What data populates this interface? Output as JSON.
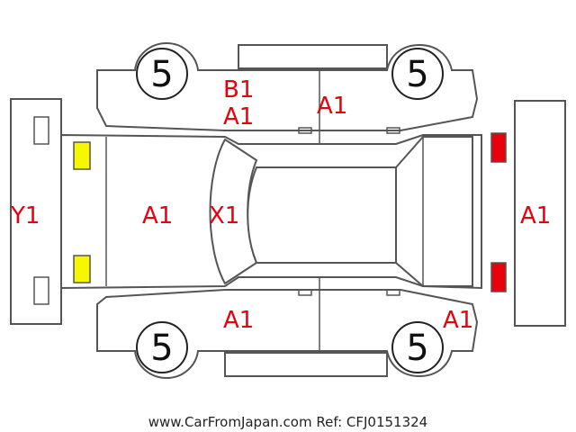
{
  "colors": {
    "damage_text": "#e8000d",
    "outline": "#555555",
    "headlight": "#f7f700",
    "taillight": "#e8000d"
  },
  "tires": {
    "top_left": "5",
    "top_right": "5",
    "bottom_left": "5",
    "bottom_right": "5"
  },
  "labels": {
    "front_bumper": "Y1",
    "hood": "A1",
    "windshield": "X1",
    "roof_b": "B1",
    "front_left_fender": "A1",
    "rear_left_door": "A1",
    "front_right_fender": "A1",
    "rear_right_quarter": "A1",
    "rear_bumper": "A1"
  },
  "footer": {
    "text": "www.CarFromJapan.com Ref: CFJ0151324"
  }
}
